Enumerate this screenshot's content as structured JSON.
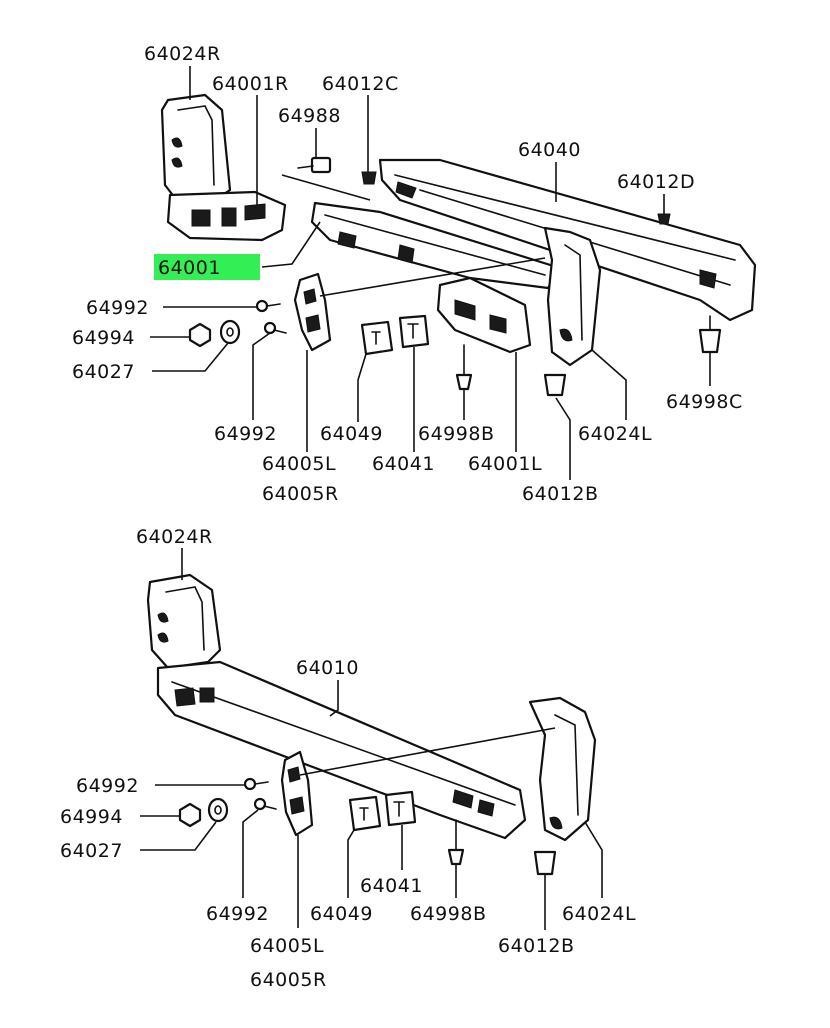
{
  "colors": {
    "highlight": "#33ee55",
    "ink": "#111111"
  },
  "upper": {
    "labels": {
      "bracket_right": "64024R",
      "bar_right": "64001R",
      "clip_c": "64012C",
      "bolt_top": "64988",
      "reinforcement": "64040",
      "clip_d": "64012D",
      "bar_assy": "64001",
      "screw_a": "64992",
      "nut": "64994",
      "washer": "64027",
      "screw_b": "64992",
      "pad_a": "64049",
      "stud_b": "64998B",
      "pad_b": "64041",
      "bracket_left": "64024L",
      "stud_c": "64998C",
      "stay_left": "64005L",
      "stay_right": "64005R",
      "bar_left": "64001L",
      "clip_b": "64012B"
    }
  },
  "lower": {
    "labels": {
      "bracket_right": "64024R",
      "bar": "64010",
      "screw_a": "64992",
      "nut": "64994",
      "washer": "64027",
      "pad_b": "64041",
      "screw_b": "64992",
      "pad_a": "64049",
      "stud_b": "64998B",
      "bracket_left": "64024L",
      "stay_left": "64005L",
      "stay_right": "64005R",
      "clip_b": "64012B"
    }
  }
}
